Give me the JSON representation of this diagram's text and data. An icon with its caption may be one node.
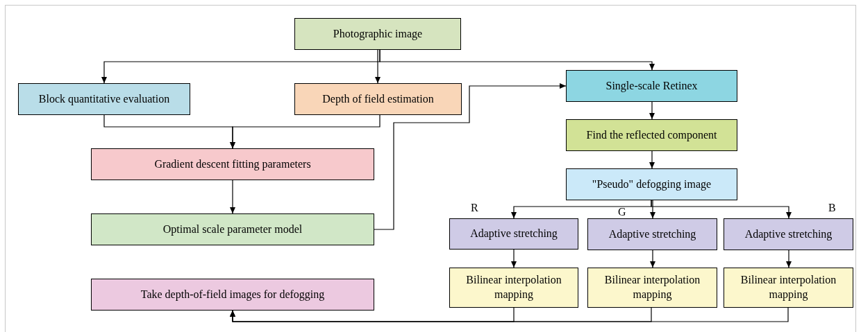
{
  "diagram": {
    "nodes": [
      {
        "text": [
          "Photographic image"
        ]
      },
      {
        "text": [
          "Block quantitative evaluation"
        ]
      },
      {
        "text": [
          "Depth of field estimation"
        ]
      },
      {
        "text": [
          "Single-scale Retinex"
        ]
      },
      {
        "text": [
          "Gradient descent fitting parameters"
        ]
      },
      {
        "text": [
          "Find the reflected component"
        ]
      },
      {
        "text": [
          "Optimal scale parameter model"
        ]
      },
      {
        "text": [
          "\"Pseudo\" defogging image"
        ]
      },
      {
        "text": [
          "Adaptive stretching"
        ],
        "beside": [
          "R"
        ]
      },
      {
        "text": [
          "Adaptive stretching"
        ],
        "beside": [
          "G"
        ]
      },
      {
        "text": [
          "Adaptive stretching"
        ],
        "beside": [
          "B"
        ]
      },
      {
        "text": [
          "Take depth-of-field images for defogging"
        ]
      },
      {
        "text": [
          "Bilinear interpolation mapping"
        ]
      },
      {
        "text": [
          "Bilinear interpolation mapping"
        ]
      },
      {
        "text": [
          "Bilinear interpolation mapping"
        ]
      }
    ],
    "edges": [
      {
        "from": 0,
        "to": 1,
        "arrow": "to"
      },
      {
        "from": 0,
        "to": 2,
        "arrow": "to"
      },
      {
        "from": 0,
        "to": 3,
        "arrow": "to"
      },
      {
        "from": 1,
        "to": 4,
        "arrow": "to"
      },
      {
        "from": 2,
        "to": 4,
        "arrow": "to"
      },
      {
        "from": 4,
        "to": 6,
        "arrow": "to"
      },
      {
        "from": 6,
        "to": 3,
        "arrow": "to"
      },
      {
        "from": 3,
        "to": 5,
        "arrow": "to"
      },
      {
        "from": 5,
        "to": 7,
        "arrow": "to"
      },
      {
        "from": 7,
        "to": 8,
        "arrow": "to"
      },
      {
        "from": 7,
        "to": 9,
        "arrow": "to"
      },
      {
        "from": 7,
        "to": 10,
        "arrow": "to"
      },
      {
        "from": 8,
        "to": 12,
        "arrow": "to"
      },
      {
        "from": 9,
        "to": 13,
        "arrow": "to"
      },
      {
        "from": 10,
        "to": 14,
        "arrow": "to"
      },
      {
        "from": 12,
        "to": 11,
        "arrow": "to"
      },
      {
        "from": 13,
        "to": 11,
        "arrow": "to"
      },
      {
        "from": 14,
        "to": 11,
        "arrow": "to"
      }
    ]
  }
}
